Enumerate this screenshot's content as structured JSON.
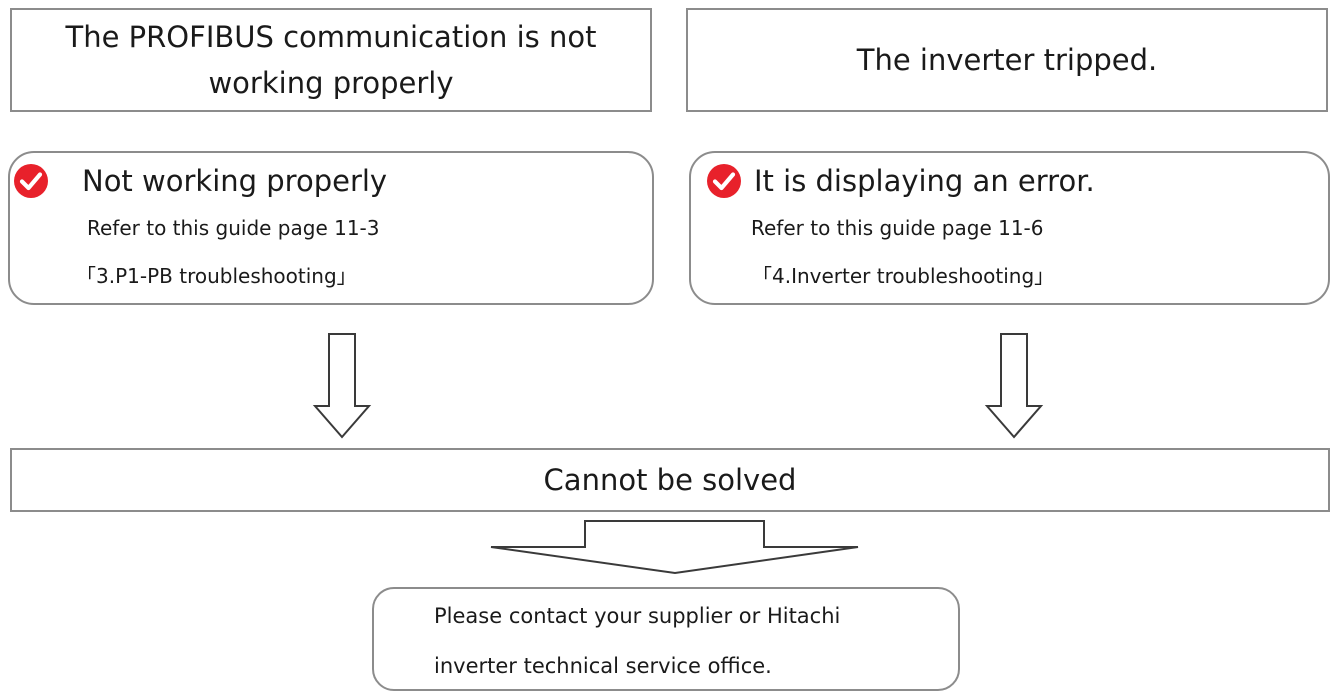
{
  "top_left_box": {
    "text_line1": "The PROFIBUS communication is not",
    "text_line2": "working properly"
  },
  "top_right_box": {
    "text": "The inverter tripped."
  },
  "left_panel": {
    "icon": "checkmark-circle-icon",
    "heading": "Not working properly",
    "ref_line": "Refer to this guide page 11-3",
    "ref_title": "「3.P1-PB troubleshooting」"
  },
  "right_panel": {
    "icon": "checkmark-circle-icon",
    "heading": "It is displaying an error.",
    "ref_line": "Refer to this guide page 11-6",
    "ref_title": "「4.Inverter troubleshooting」"
  },
  "middle_box": {
    "text": "Cannot be solved"
  },
  "bottom_box": {
    "line1": "Please contact your supplier or Hitachi",
    "line2": "inverter technical service office."
  },
  "colors": {
    "check": "#e8212b",
    "border": "#8c8c8c",
    "text": "#1a1a1a"
  }
}
